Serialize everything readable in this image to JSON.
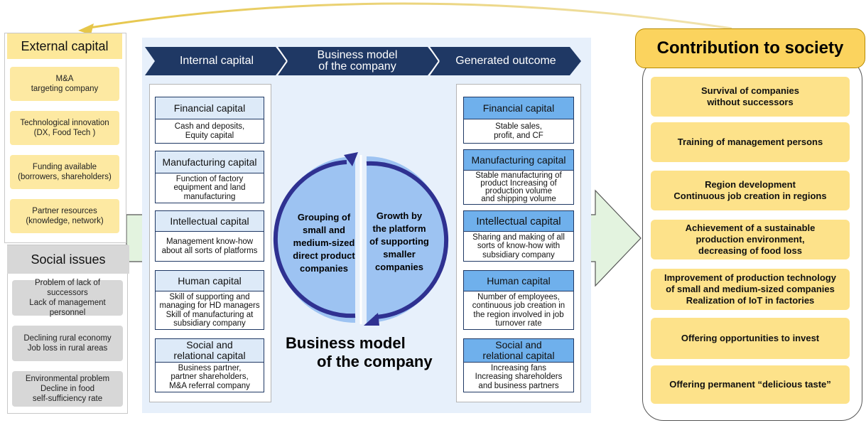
{
  "external": {
    "title": "External capital",
    "items": [
      {
        "l1": "M&A",
        "l2": "targeting company",
        "l3": ""
      },
      {
        "l1": "Technological innovation",
        "l2": "(DX, Food Tech )",
        "l3": ""
      },
      {
        "l1": "Funding available",
        "l2": "(borrowers, shareholders)",
        "l3": ""
      },
      {
        "l1": "Partner resources",
        "l2": "(knowledge, network)",
        "l3": ""
      }
    ]
  },
  "social": {
    "title": "Social issues",
    "items": [
      {
        "l1": "Problem of lack of successors",
        "l2": "Lack of management personnel",
        "l3": ""
      },
      {
        "l1": "Declining rural economy",
        "l2": "Job loss in rural areas",
        "l3": ""
      },
      {
        "l1": "Environmental problem",
        "l2": "Decline in food",
        "l3": "self-sufficiency rate"
      }
    ]
  },
  "headers": {
    "internal": "Internal capital",
    "business_l1": "Business model",
    "business_l2": "of the company",
    "outcome": "Generated outcome"
  },
  "internal_capital": [
    {
      "title": "Financial capital",
      "d1": "Cash and deposits,",
      "d2": "Equity capital",
      "d3": "",
      "d4": ""
    },
    {
      "title": "Manufacturing capital",
      "d1": "Function of factory",
      "d2": "equipment and land",
      "d3": "manufacturing",
      "d4": ""
    },
    {
      "title": "Intellectual capital",
      "d1": "Management know-how",
      "d2": "about all sorts of platforms",
      "d3": "",
      "d4": ""
    },
    {
      "title": "Human capital",
      "d1": "Skill of supporting and",
      "d2": "managing for HD managers",
      "d3": "Skill of manufacturing at",
      "d4": "subsidiary company"
    },
    {
      "title_l1": "Social and",
      "title_l2": "relational capital",
      "d1": "Business partner,",
      "d2": "partner shareholders,",
      "d3": "M&A referral company",
      "d4": ""
    }
  ],
  "generated_outcome": [
    {
      "title": "Financial capital",
      "d1": "Stable sales,",
      "d2": "profit, and CF",
      "d3": "",
      "d4": ""
    },
    {
      "title": "Manufacturing capital",
      "d1": "Stable manufacturing of",
      "d2": "product Increasing of",
      "d3": "production volume",
      "d4": "and shipping volume"
    },
    {
      "title": "Intellectual capital",
      "d1": "Sharing and making of all",
      "d2": "sorts of know-how with",
      "d3": "subsidiary company",
      "d4": ""
    },
    {
      "title": "Human capital",
      "d1": "Number of employees,",
      "d2": "continuous job creation in",
      "d3": "the region involved in job",
      "d4": "turnover rate"
    },
    {
      "title_l1": "Social and",
      "title_l2": "relational capital",
      "d1": "Increasing fans",
      "d2": "Increasing shareholders",
      "d3": "and business partners",
      "d4": ""
    }
  ],
  "cycle": {
    "left": [
      "Grouping of",
      "small and",
      "medium-sized",
      "direct product",
      "companies"
    ],
    "right": [
      "Growth by",
      "the platform",
      "of supporting",
      "smaller",
      "companies"
    ]
  },
  "business_model": {
    "l1": "Business model",
    "l2": "of the company"
  },
  "contribution": {
    "title": "Contribution to society",
    "items": [
      {
        "l1": "Survival of companies",
        "l2": "without successors",
        "l3": ""
      },
      {
        "l1": "Training of management persons",
        "l2": "",
        "l3": ""
      },
      {
        "l1": "Region development",
        "l2": "Continuous job creation in regions",
        "l3": ""
      },
      {
        "l1": "Achievement of a sustainable",
        "l2": "production environment,",
        "l3": "decreasing of food loss"
      },
      {
        "l1": "Improvement of production technology",
        "l2": "of small and medium-sized companies",
        "l3": "Realization  of IoT in factories"
      },
      {
        "l1": "Offering opportunities to invest",
        "l2": "",
        "l3": ""
      },
      {
        "l1": "Offering permanent “delicious taste”",
        "l2": "",
        "l3": ""
      }
    ]
  },
  "colors": {
    "header_navy": "#1f3864",
    "panel_blue": "#e7f0fb",
    "yellow": "#fde89a",
    "contribution_yellow": "#fbd35e",
    "grey": "#d7d7d7",
    "arrow_green": "#e3f3df",
    "cycle_blue": "#9dc3f2"
  }
}
